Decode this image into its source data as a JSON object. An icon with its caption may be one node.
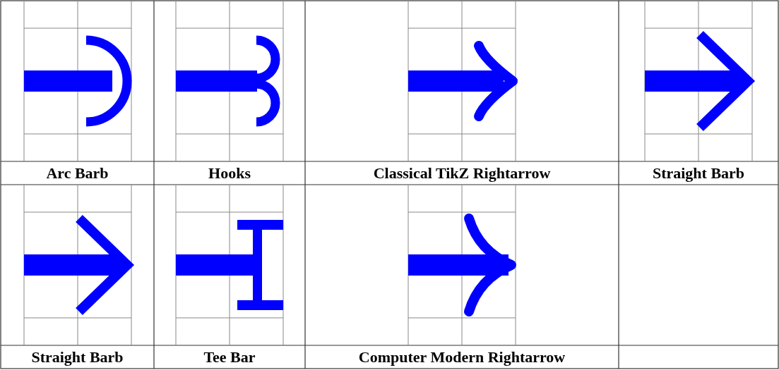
{
  "diagram": {
    "labels": [
      "Arc Barb",
      "Hooks",
      "Classical TikZ Rightarrow",
      "Straight Barb",
      "Straight Barb",
      "Tee Bar",
      "Computer Modern Rightarrow"
    ]
  }
}
